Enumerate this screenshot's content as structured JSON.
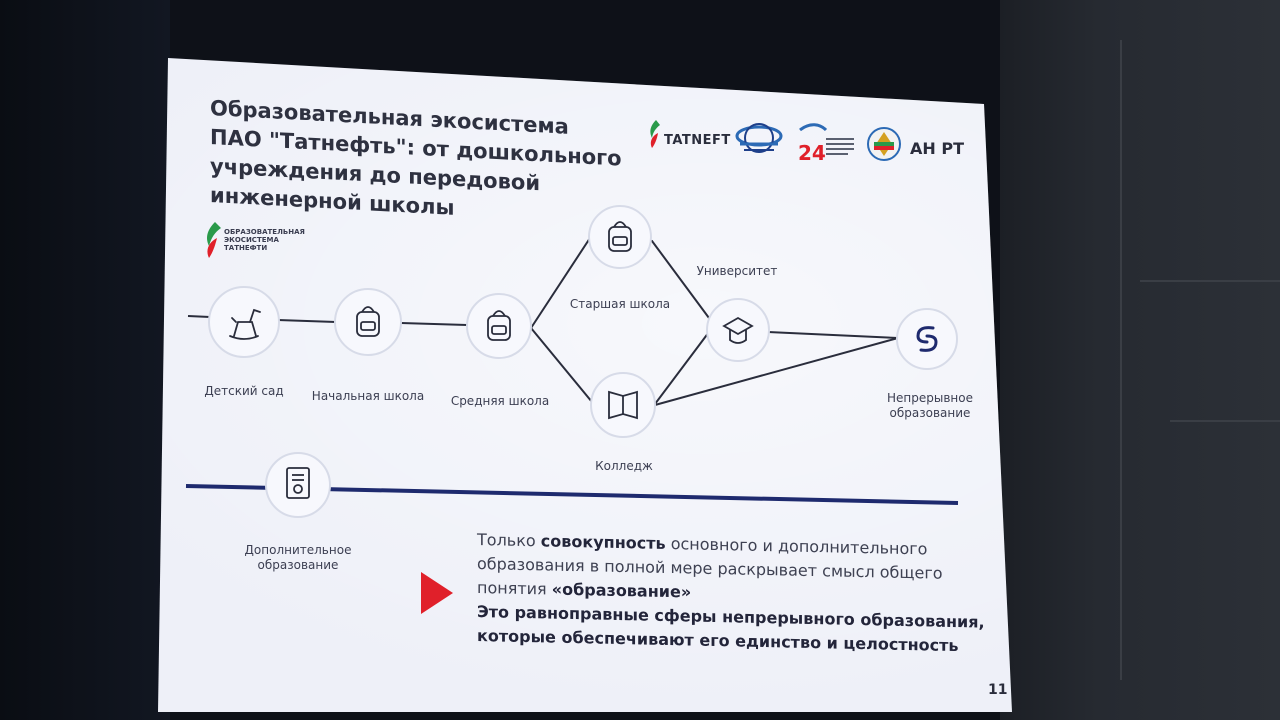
{
  "slide": {
    "title_lines": [
      "Образовательная экосистема",
      "ПАО \"Татнефть\": от дошкольного",
      "учреждения до передовой",
      "инженерной школы"
    ],
    "eco_logo_lines": [
      "ОБРАЗОВАТЕЛЬНАЯ",
      "ЭКОСИСТЕМА",
      "ТАТНЕФТИ"
    ],
    "partners": {
      "tatneft": "TATNEFT",
      "an_rt": "АН РТ",
      "jubilee_number": "24"
    },
    "nodes": {
      "kindergarten": "Детский сад",
      "primary": "Начальная школа",
      "middle": "Средняя школа",
      "high": "Старшая школа",
      "college": "Колледж",
      "university": "Университет",
      "continuous_1": "Непрерывное",
      "continuous_2": "образование",
      "additional_1": "Дополнительное",
      "additional_2": "образование"
    },
    "info": {
      "l1_a": "Только ",
      "l1_b": "совокупность",
      "l1_c": " основного и дополнительного",
      "l2": "образования в полной мере раскрывает смысл общего",
      "l3_a": "понятия ",
      "l3_b": "«образование»",
      "l4": "Это равноправные сферы непрерывного образования,",
      "l5": "которые обеспечивают его единство и целостность"
    },
    "page_number": "11"
  },
  "colors": {
    "accent_red": "#e0202a",
    "accent_green": "#2a9a4a",
    "navy_line": "#1e2a6e",
    "text_dark": "#2e3140"
  }
}
